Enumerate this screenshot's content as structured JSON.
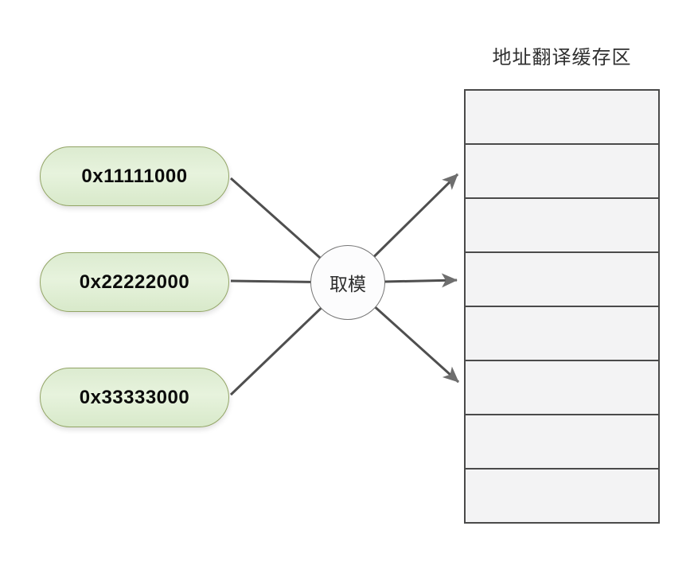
{
  "title": "地址翻译缓存区",
  "addresses": [
    "0x11111000",
    "0x22222000",
    "0x33333000"
  ],
  "operator": {
    "label": "取模"
  },
  "cache_table": {
    "rows": 8
  },
  "colors": {
    "background": "#ffffff",
    "pill_fill_top": "#dcebd0",
    "pill_fill_mid": "#e7f3dd",
    "pill_fill_bottom": "#d8e9ca",
    "pill_border": "#93a566",
    "pill_text": "#0b0b0b",
    "line": "#4f4f4f",
    "arrowhead": "#6e6e6e",
    "table_border": "#4a4a4a",
    "table_fill": "#f3f3f4",
    "circle_fill": "#fcfcfd",
    "circle_border": "#757575",
    "circle_text": "#2e2e2e",
    "title_text": "#2f2f2f"
  }
}
